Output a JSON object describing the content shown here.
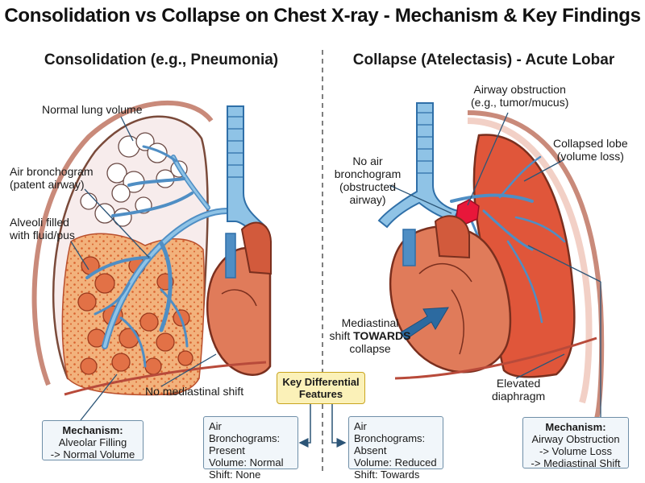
{
  "title": "Consolidation vs Collapse on Chest X-ray - Mechanism & Key Findings",
  "left_panel": {
    "title": "Consolidation (e.g., Pneumonia)",
    "labels": {
      "normal_volume": "Normal lung volume",
      "air_bronchogram_line1": "Air bronchogram",
      "air_bronchogram_line2": "(patent airway)",
      "alveoli_line1": "Alveoli filled",
      "alveoli_line2": "with fluid/pus",
      "no_shift": "No mediastinal shift"
    },
    "mechanism": {
      "heading": "Mechanism:",
      "line1": "Alveolar Filling",
      "line2": "-> Normal Volume"
    }
  },
  "right_panel": {
    "title": "Collapse (Atelectasis) - Acute Lobar",
    "labels": {
      "obstruction_line1": "Airway obstruction",
      "obstruction_line2": "(e.g., tumor/mucus)",
      "collapsed_line1": "Collapsed lobe",
      "collapsed_line2": "(volume loss)",
      "no_air_line1": "No air",
      "no_air_line2": "bronchogram",
      "no_air_line3": "(obstructed",
      "no_air_line4": "airway)",
      "shift_line1": "Mediastinal",
      "shift_line2_pre": "shift ",
      "shift_line2_bold": "TOWARDS",
      "shift_line3": "collapse",
      "diaphragm_line1": "Elevated",
      "diaphragm_line2": "diaphragm"
    },
    "mechanism": {
      "heading": "Mechanism:",
      "line1": "Airway Obstruction",
      "line2": "-> Volume Loss",
      "line3": "-> Mediastinal Shift"
    }
  },
  "key_features": {
    "line1": "Key Differential",
    "line2": "Features",
    "consolidation": {
      "line1": "Air Bronchograms:",
      "line2": "Present",
      "line3": "Volume: Normal",
      "line4": "Shift: None"
    },
    "collapse": {
      "line1": "Air Bronchograms:",
      "line2": "Absent",
      "line3": "Volume: Reduced",
      "line4": "Shift: Towards"
    }
  },
  "colors": {
    "lung_fill": "#f7ecec",
    "lung_outline": "#7a4a3a",
    "airway": "#8fc3e6",
    "airway_dark": "#2f6fa8",
    "consolidation": "#e97d4f",
    "collapse": "#e0563a",
    "heart": "#e07b5a",
    "arrow": "#2c6aa0",
    "box_border": "#6f8fa8",
    "key_fill": "#fbf1b8"
  }
}
